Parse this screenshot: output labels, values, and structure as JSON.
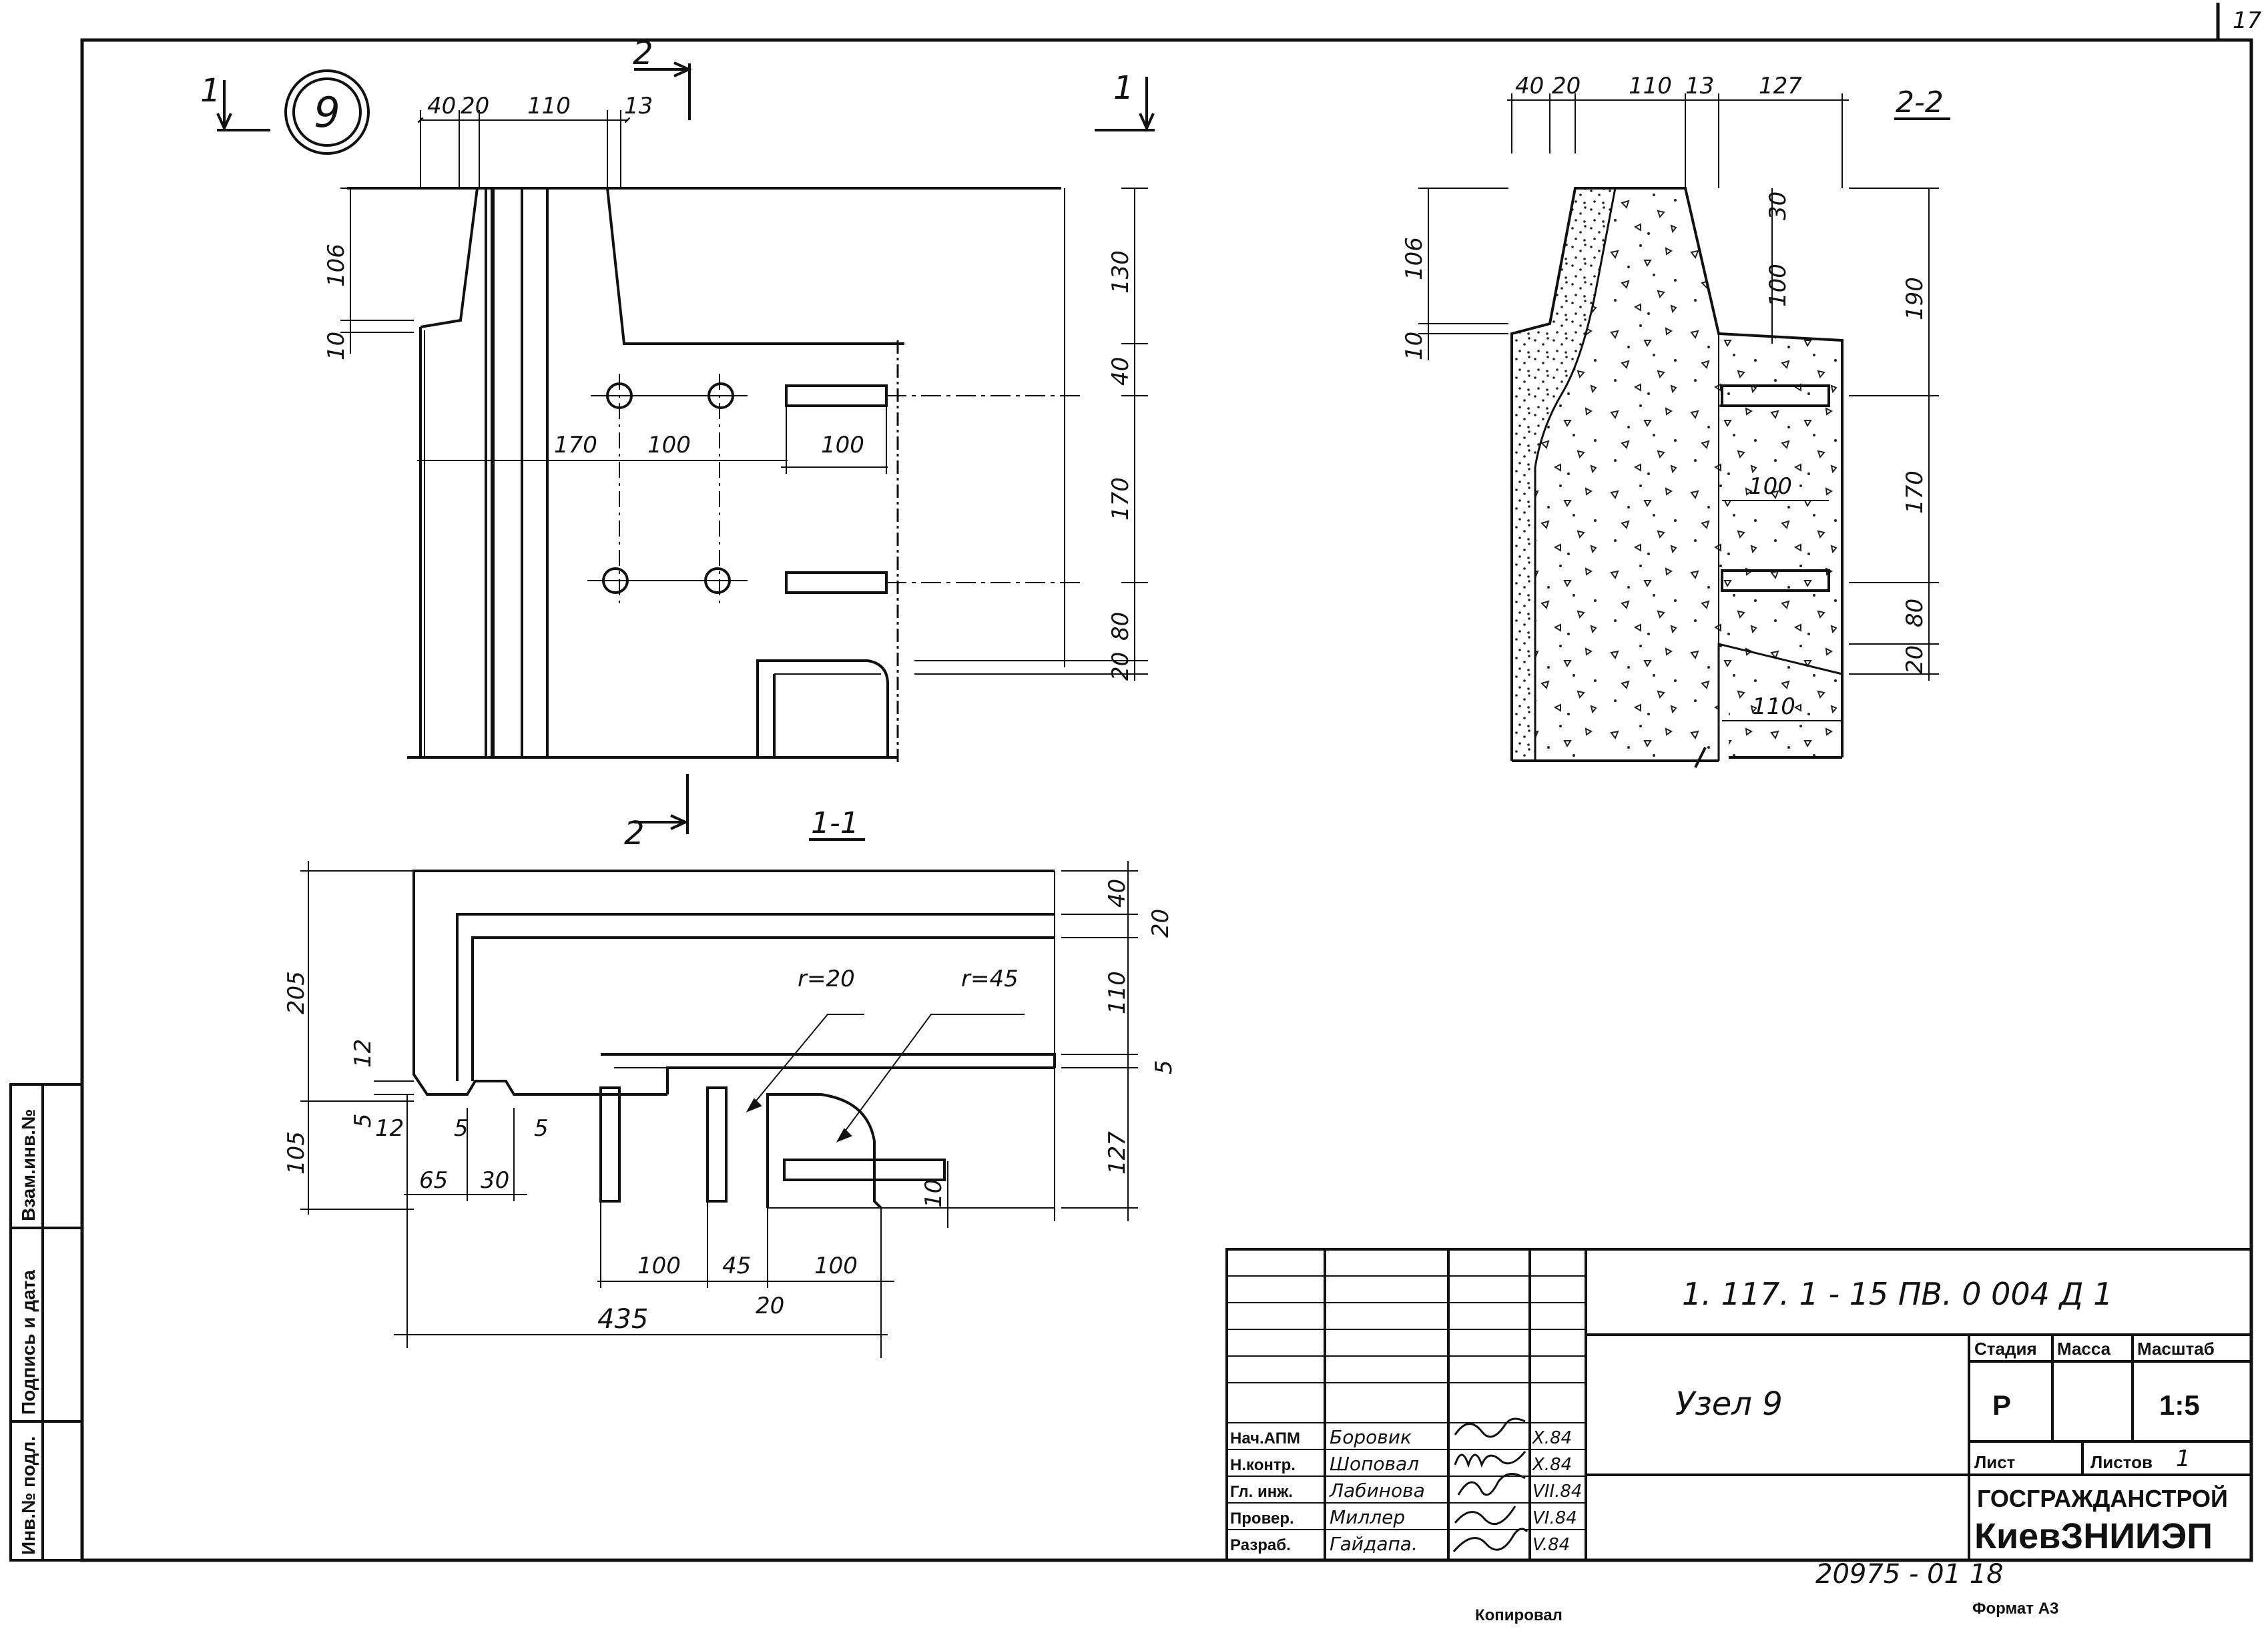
{
  "sheet_number": "17",
  "node": {
    "number": "9",
    "label": "Узел 9"
  },
  "sections": {
    "sec_1_1": "1-1",
    "sec_2_2": "2-2",
    "mark_1": "1",
    "mark_2": "2"
  },
  "plan_dims": {
    "top": [
      "40",
      "20",
      "110",
      "13"
    ],
    "left": [
      "106",
      "10"
    ],
    "right": [
      "130",
      "40",
      "170",
      "80",
      "20"
    ],
    "middle": [
      "170",
      "100",
      "100"
    ]
  },
  "section22_dims": {
    "top": [
      "40",
      "20",
      "110",
      "13",
      "127"
    ],
    "left": [
      "106",
      "10"
    ],
    "inner": [
      "30",
      "100",
      "100",
      "110"
    ],
    "right": [
      "190",
      "170",
      "80",
      "20"
    ]
  },
  "section11_dims": {
    "left": [
      "205",
      "105",
      "12",
      "5",
      "12",
      "5",
      "5"
    ],
    "right": [
      "40",
      "20",
      "110",
      "5",
      "127",
      "10"
    ],
    "bottom": [
      "65",
      "30",
      "100",
      "45",
      "100",
      "20",
      "435"
    ],
    "radii": [
      "r=20",
      "r=45"
    ]
  },
  "title_block": {
    "doc_code": "1. 117. 1 - 15 ПВ. 0   004 Д 1",
    "title": "Узел 9",
    "stage_label": "Стадия",
    "mass_label": "Масса",
    "scale_label": "Масштаб",
    "stage_value": "Р",
    "scale_value": "1:5",
    "sheet_label": "Лист",
    "sheets_label": "Листов",
    "sheets_value": "1",
    "org1": "ГОСГРАЖДАНСТРОЙ",
    "org2": "КиевЗНИИЭП",
    "roles": [
      "Нач.АПМ",
      "Н.контр.",
      "Гл. инж.",
      "Провер.",
      "Разраб."
    ],
    "names": [
      "Боровик",
      "Шоповал",
      "Лабинова",
      "Миллер",
      "Гайдапа."
    ],
    "dates": [
      "X.84",
      "X.84",
      "VII.84",
      "VI.84",
      "V.84"
    ]
  },
  "side_stamp": [
    "Взам.инв.№",
    "Подпись и дата",
    "Инв.№ подл."
  ],
  "footer": {
    "archive": "20975 - 01   18",
    "copied": "Копировал",
    "format": "Формат А3"
  }
}
